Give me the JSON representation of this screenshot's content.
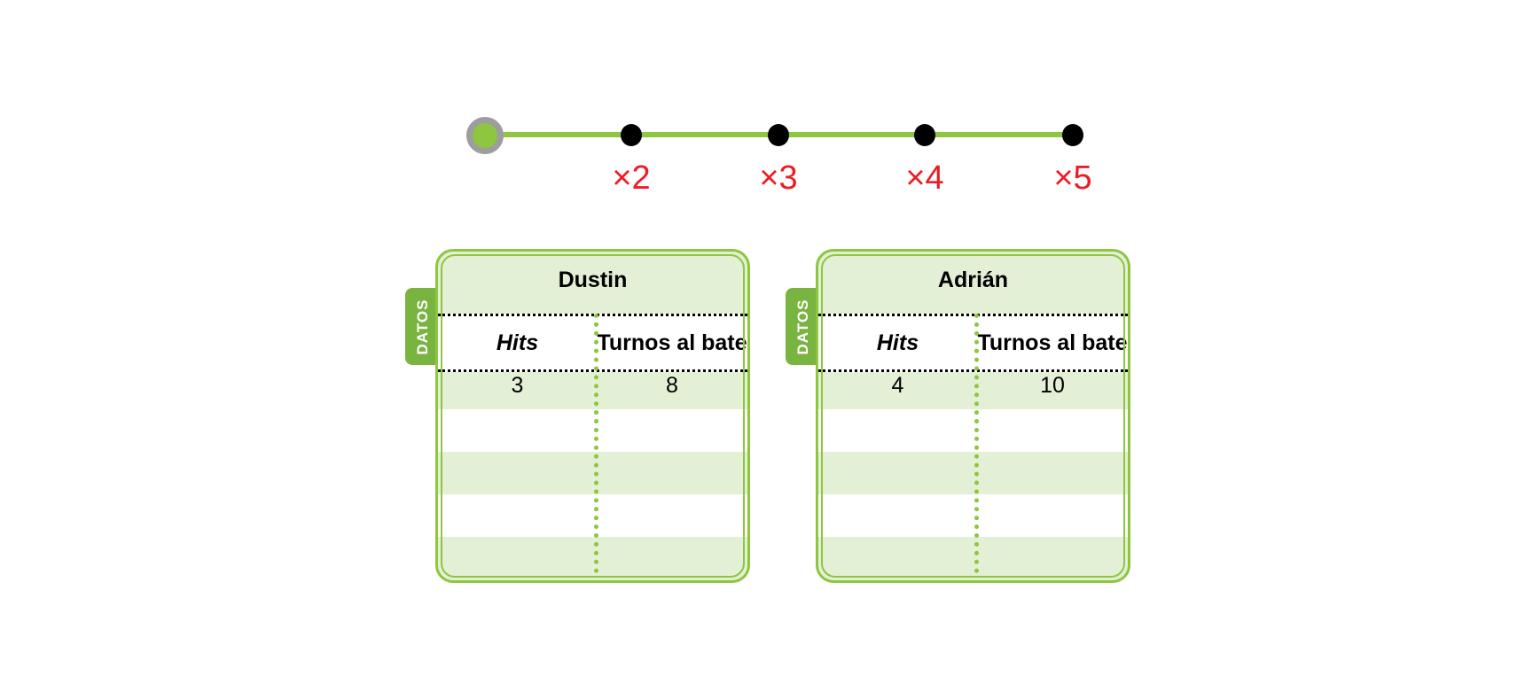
{
  "number_line": {
    "multipliers": [
      "×2",
      "×3",
      "×4",
      "×5"
    ]
  },
  "tables": [
    {
      "tab": "DATOS",
      "name": "Dustin",
      "headers": [
        "Hits",
        "Turnos al bate"
      ],
      "rows": [
        [
          "3",
          "8"
        ],
        [
          "",
          ""
        ],
        [
          "",
          ""
        ],
        [
          "",
          ""
        ],
        [
          "",
          ""
        ]
      ]
    },
    {
      "tab": "DATOS",
      "name": "Adrián",
      "headers": [
        "Hits",
        "Turnos al bate"
      ],
      "rows": [
        [
          "4",
          "10"
        ],
        [
          "",
          ""
        ],
        [
          "",
          ""
        ],
        [
          "",
          ""
        ],
        [
          "",
          ""
        ]
      ]
    }
  ],
  "colors": {
    "green": "#8dc63f",
    "red": "#ed1c24",
    "light_green": "#e4f0d6"
  }
}
